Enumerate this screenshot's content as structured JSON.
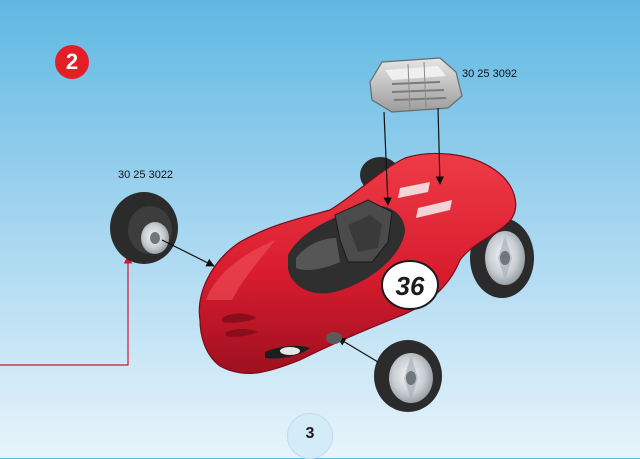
{
  "step": {
    "number": "2"
  },
  "parts": {
    "engine_cover": {
      "part_number": "30 25 3092"
    },
    "wheel": {
      "part_number": "30 25 3022"
    }
  },
  "page": {
    "number": "3"
  },
  "colors": {
    "background_top": "#5fb8e3",
    "background_bottom": "#e8f4fb",
    "step_badge": "#e41e26",
    "car_body": "#d81c2e",
    "reference_line": "#d4162a",
    "wheel_tire": "#2b2b2b",
    "wheel_rim": "#c7cdd2",
    "engine_cover": "#c9c9c9"
  }
}
